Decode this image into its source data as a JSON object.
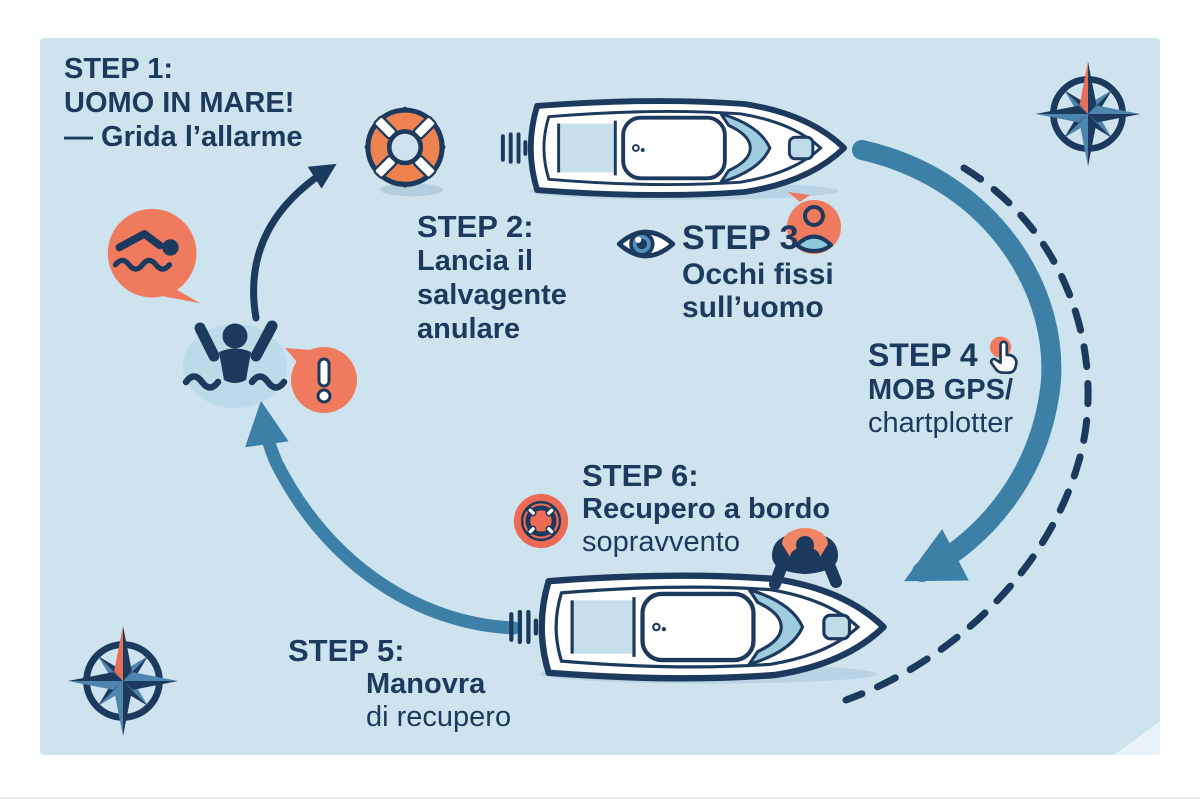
{
  "diagram": {
    "language": "it",
    "topic": "Procedura MOB (uomo in mare) in 6 step"
  },
  "colors": {
    "background": "#ffffff",
    "panel": "#cde3ee",
    "navy": "#1c3a5e",
    "salmon": "#f07a5e",
    "orange_buoy": "#ef8350",
    "teal_arrow": "#3d80a7",
    "steel_blue": "#4e85ad",
    "light_blue_fill": "#bfdce8",
    "white": "#ffffff"
  },
  "steps": [
    {
      "label": "STEP 1:",
      "lines": [
        "UOMO IN MARE!",
        "— Grida l’allarme"
      ]
    },
    {
      "label": "STEP 2:",
      "lines": [
        "Lancia il",
        "salvagente",
        "anulare"
      ]
    },
    {
      "label": "STEP 3",
      "lines": [
        "Occhi fissi",
        "sull’uomo"
      ]
    },
    {
      "label": "STEP 4",
      "lines": [
        "MOB GPS/",
        "chartplotter"
      ]
    },
    {
      "label": "STEP 5:",
      "lines": [
        "Manovra",
        "di recupero"
      ]
    },
    {
      "label": "STEP 6:",
      "lines": [
        "Recupero a bordo",
        "sopravvento"
      ]
    }
  ],
  "icons": {
    "lifebuoy": "orange ring buoy with white stripes",
    "swimmer-bubble": "salmon speech bubble with swimmer pictogram",
    "drowning-person": "person in water with raised arms",
    "exclamation-bubble": "salmon bubble with exclamation mark",
    "eye": "watching eye",
    "person-bubble": "salmon bubble with crew-member bust",
    "hand-click": "pointing hand with orange dot",
    "lifebuoy-badge": "orange circle with ring buoy",
    "compass-rose": "8-point nautical compass rose",
    "motorboat-top-view": "white motorboat seen from above",
    "crew-on-bow": "crew member leaning over the bow"
  }
}
